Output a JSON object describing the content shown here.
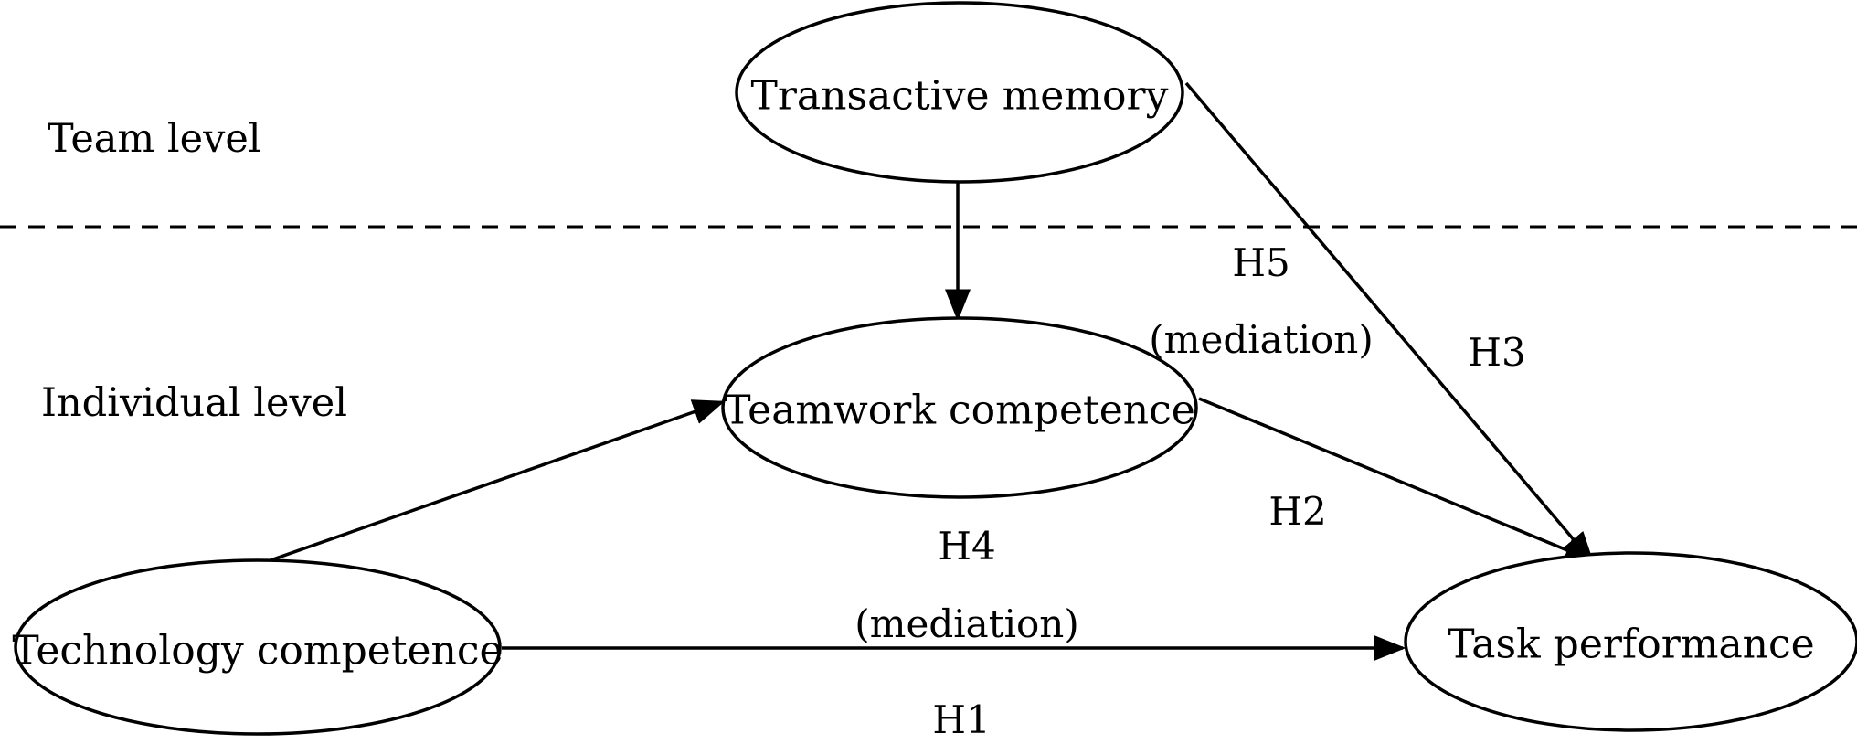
{
  "levels": {
    "team": "Team level",
    "individual": "Individual level"
  },
  "nodes": {
    "transactive_memory": "Transactive memory",
    "teamwork_competence": "Teamwork competence",
    "technology_competence": "Technology competence",
    "task_performance": "Task performance"
  },
  "hypotheses": {
    "h1": "H1",
    "h2": "H2",
    "h3": "H3",
    "h4": "H4",
    "h4_note": "(mediation)",
    "h5": "H5",
    "h5_note": "(mediation)"
  },
  "edges": [
    {
      "from": "transactive_memory",
      "to": "teamwork_competence"
    },
    {
      "from": "transactive_memory",
      "to": "task_performance",
      "label": "H3"
    },
    {
      "from": "technology_competence",
      "to": "teamwork_competence"
    },
    {
      "from": "teamwork_competence",
      "to": "task_performance",
      "label": "H2"
    },
    {
      "from": "technology_competence",
      "to": "task_performance",
      "label": "H1"
    }
  ]
}
